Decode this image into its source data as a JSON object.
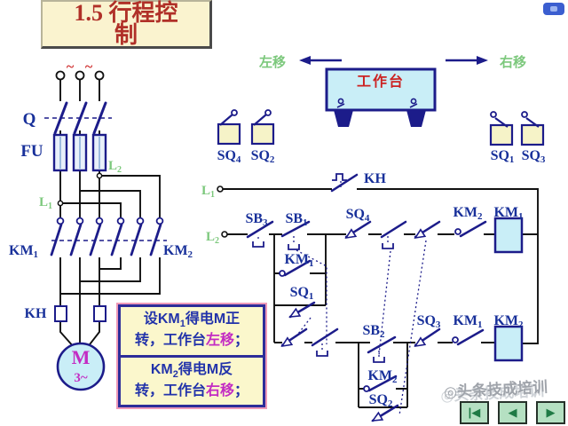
{
  "title": {
    "line1": "1.5 行程控",
    "line2": "制"
  },
  "labels": {
    "q": "Q",
    "fu": "FU",
    "kh": "KH",
    "ac": "~",
    "motor": "M",
    "motor_phase": "3~",
    "km1": {
      "base": "KM",
      "sub": "1"
    },
    "km2": {
      "base": "KM",
      "sub": "2"
    },
    "l1": {
      "base": "L",
      "sub": "1"
    },
    "l2": {
      "base": "L",
      "sub": "2"
    },
    "sb1": {
      "base": "SB",
      "sub": "1"
    },
    "sb2": {
      "base": "SB",
      "sub": "2"
    },
    "sb3": {
      "base": "SB",
      "sub": "3"
    },
    "sq1": {
      "base": "SQ",
      "sub": "1"
    },
    "sq2": {
      "base": "SQ",
      "sub": "2"
    },
    "sq3": {
      "base": "SQ",
      "sub": "3"
    },
    "sq4": {
      "base": "SQ",
      "sub": "4"
    }
  },
  "worktable": {
    "label": "工作台",
    "move_left": "左移",
    "move_right": "右移"
  },
  "note": {
    "row1": {
      "a": "设KM",
      "sub": "1",
      "b": "得电M正",
      "c": "转，工作台",
      "hl": "左移",
      "d": "；"
    },
    "row2": {
      "a": "KM",
      "sub": "2",
      "b": "得电M反",
      "c": "转，工作台",
      "hl": "右移",
      "d": "；"
    }
  },
  "watermark": {
    "icon": "◎",
    "prefix": "头条",
    "brand": "技成培训"
  },
  "nav": {
    "first": "|◀",
    "prev": "◀",
    "next": "▶"
  },
  "colors": {
    "wire": "#111111",
    "symbol": "#1c1c8a",
    "label_blue": "#18309a",
    "label_green": "#7cc87c",
    "title_red": "#b03028",
    "text_red": "#cc2222",
    "magenta": "#c32cc3",
    "cyan_fill": "#c9eef7",
    "yellow_fill": "#f6f3c8",
    "note_bg": "#fbf7cc",
    "note_border": "#2d2d99",
    "button_green": "#b5e0c2"
  }
}
